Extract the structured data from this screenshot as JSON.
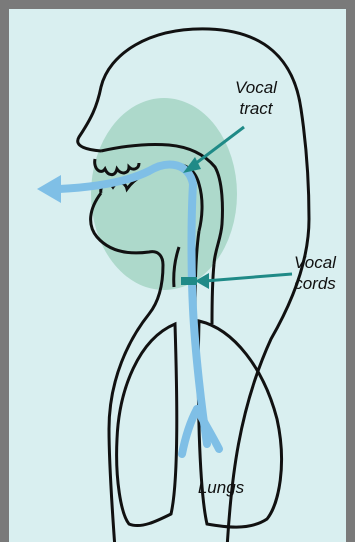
{
  "labels": {
    "vocal_tract": [
      "Vocal",
      "tract"
    ],
    "vocal_cords": [
      "Vocal",
      "cords"
    ],
    "lungs": "Lungs"
  },
  "colors": {
    "background": "#d9eff0",
    "frame": "#7a7a7a",
    "outline": "#111111",
    "vocal_tract_region": "#8fc9b2",
    "airflow": "#7fbfe6",
    "pointer": "#1f8a87"
  },
  "icons": {
    "airflow_out": "arrow-left",
    "pointer": "arrow-pointer"
  }
}
